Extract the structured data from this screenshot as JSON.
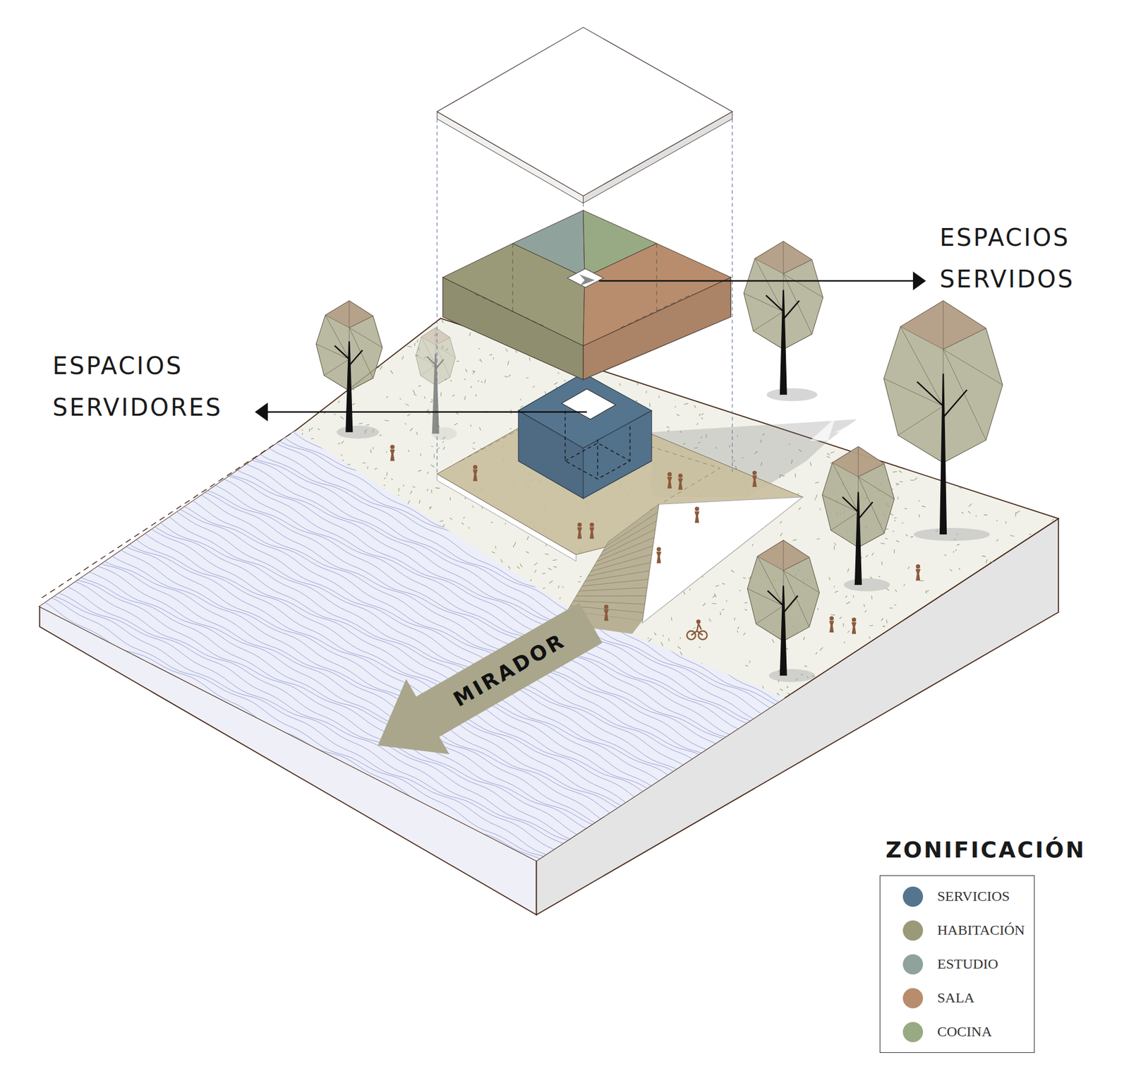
{
  "diagram": {
    "nodes": [
      {
        "text": [
          "MIRADOR"
        ]
      }
    ],
    "labels": [
      "ESPACIOS SERVIDOS",
      "ESPACIOS SERVIDORES",
      "ZONIFICACIÓN"
    ],
    "legend": [
      {
        "text": "SERVICIOS",
        "color": "#55758f"
      },
      {
        "text": "HABITACIÓN",
        "color": "#9a9a78"
      },
      {
        "text": "ESTUDIO",
        "color": "#8fa39c"
      },
      {
        "text": "SALA",
        "color": "#b88d6e"
      },
      {
        "text": "COCINA",
        "color": "#98aa84"
      }
    ]
  }
}
